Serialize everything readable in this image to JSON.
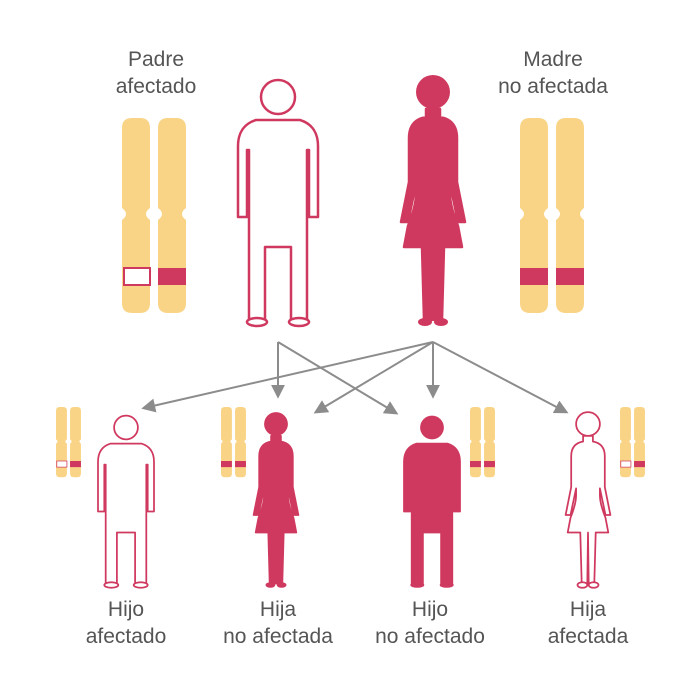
{
  "colors": {
    "affected": "#D0395F",
    "chromosome": "#FAD486",
    "arrow": "#8C8C8C",
    "text": "#555555",
    "background": "#FFFFFF"
  },
  "parents": [
    {
      "line1": "Padre",
      "line2": "afectado",
      "sex": "male",
      "affected": true
    },
    {
      "line1": "Madre",
      "line2": "no afectada",
      "sex": "female",
      "affected": false
    }
  ],
  "children": [
    {
      "line1": "Hijo",
      "line2": "afectado",
      "sex": "male",
      "affected": true
    },
    {
      "line1": "Hija",
      "line2": "no afectada",
      "sex": "female",
      "affected": false
    },
    {
      "line1": "Hijo",
      "line2": "no afectado",
      "sex": "male",
      "affected": false
    },
    {
      "line1": "Hija",
      "line2": "afectada",
      "sex": "female",
      "affected": true
    }
  ]
}
